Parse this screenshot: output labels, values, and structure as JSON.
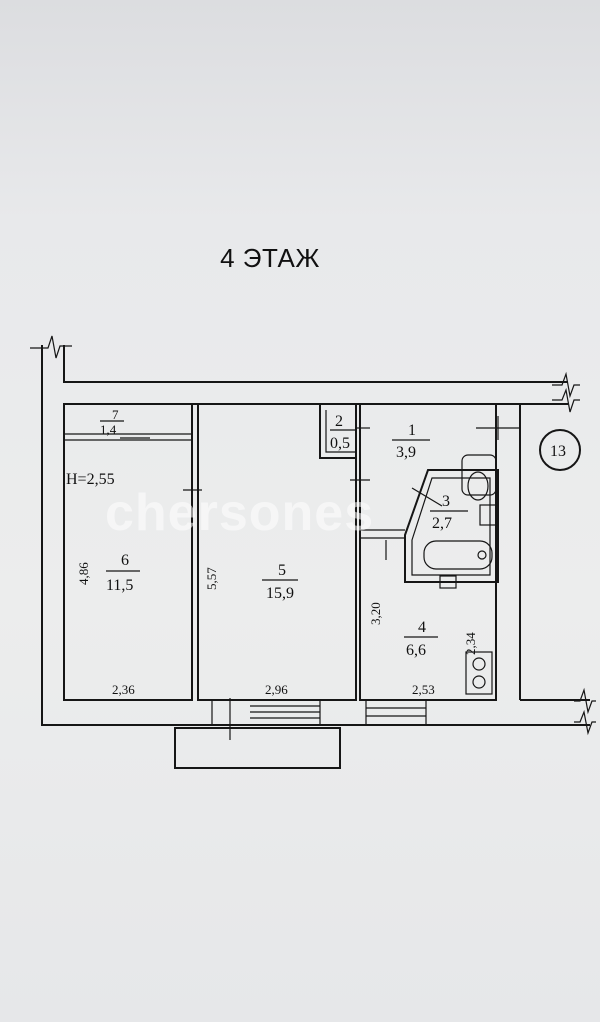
{
  "title": "4 ЭТАЖ",
  "watermark": "chersones",
  "apartment_number": "13",
  "ceiling_height": "H=2,55",
  "rooms": [
    {
      "number": "1",
      "area": "3,9"
    },
    {
      "number": "2",
      "area": "0,5"
    },
    {
      "number": "3",
      "area": "2,7"
    },
    {
      "number": "4",
      "area": "6,6"
    },
    {
      "number": "5",
      "area": "15,9"
    },
    {
      "number": "6",
      "area": "11,5"
    },
    {
      "number": "7",
      "area": "1,4"
    }
  ],
  "dimensions": {
    "room6_height": "4,86",
    "room5_height": "5,57",
    "room4_height": "3,20",
    "room4_inner": "2,34",
    "room6_width": "2,36",
    "room5_width": "2,96",
    "room4_width": "2,53"
  },
  "colors": {
    "ink": "#161616",
    "paper": "#e9eaec"
  }
}
